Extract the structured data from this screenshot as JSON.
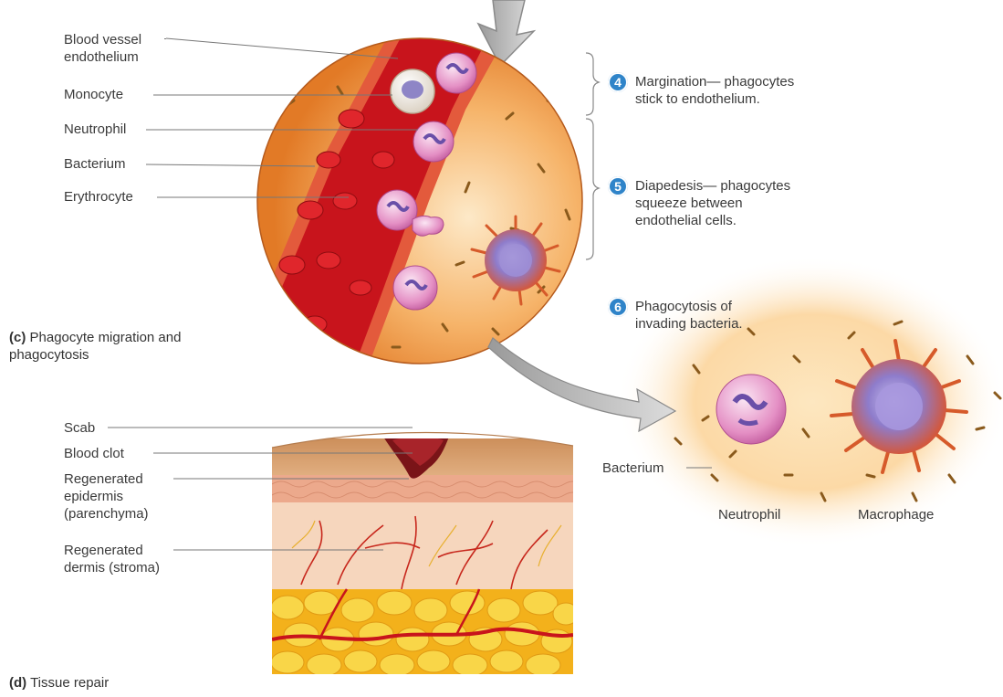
{
  "panel_c": {
    "caption_letter": "(c)",
    "caption_text": "Phagocyte migration and phagocytosis",
    "labels": {
      "endothelium": "Blood vessel endothelium",
      "monocyte": "Monocyte",
      "neutrophil": "Neutrophil",
      "bacterium": "Bacterium",
      "erythrocyte": "Erythrocyte"
    },
    "steps": [
      {
        "number": "4",
        "text": "Margination— phagocytes stick to endothelium."
      },
      {
        "number": "5",
        "text": "Diapedesis— phagocytes squeeze between endothelial cells."
      },
      {
        "number": "6",
        "text": "Phagocytosis of invading bacteria."
      }
    ],
    "inset_labels": {
      "bacterium": "Bacterium",
      "neutrophil": "Neutrophil",
      "macrophage": "Macrophage"
    }
  },
  "panel_d": {
    "caption_letter": "(d)",
    "caption_text": "Tissue repair",
    "labels": {
      "scab": "Scab",
      "blood_clot": "Blood clot",
      "epidermis": "Regenerated epidermis (parenchyma)",
      "dermis": "Regenerated dermis (stroma)"
    }
  },
  "colors": {
    "vessel": "#c8141c",
    "tissue": "#f2a65a",
    "badge": "#2f84c9",
    "fat": "#f6cc2a"
  }
}
